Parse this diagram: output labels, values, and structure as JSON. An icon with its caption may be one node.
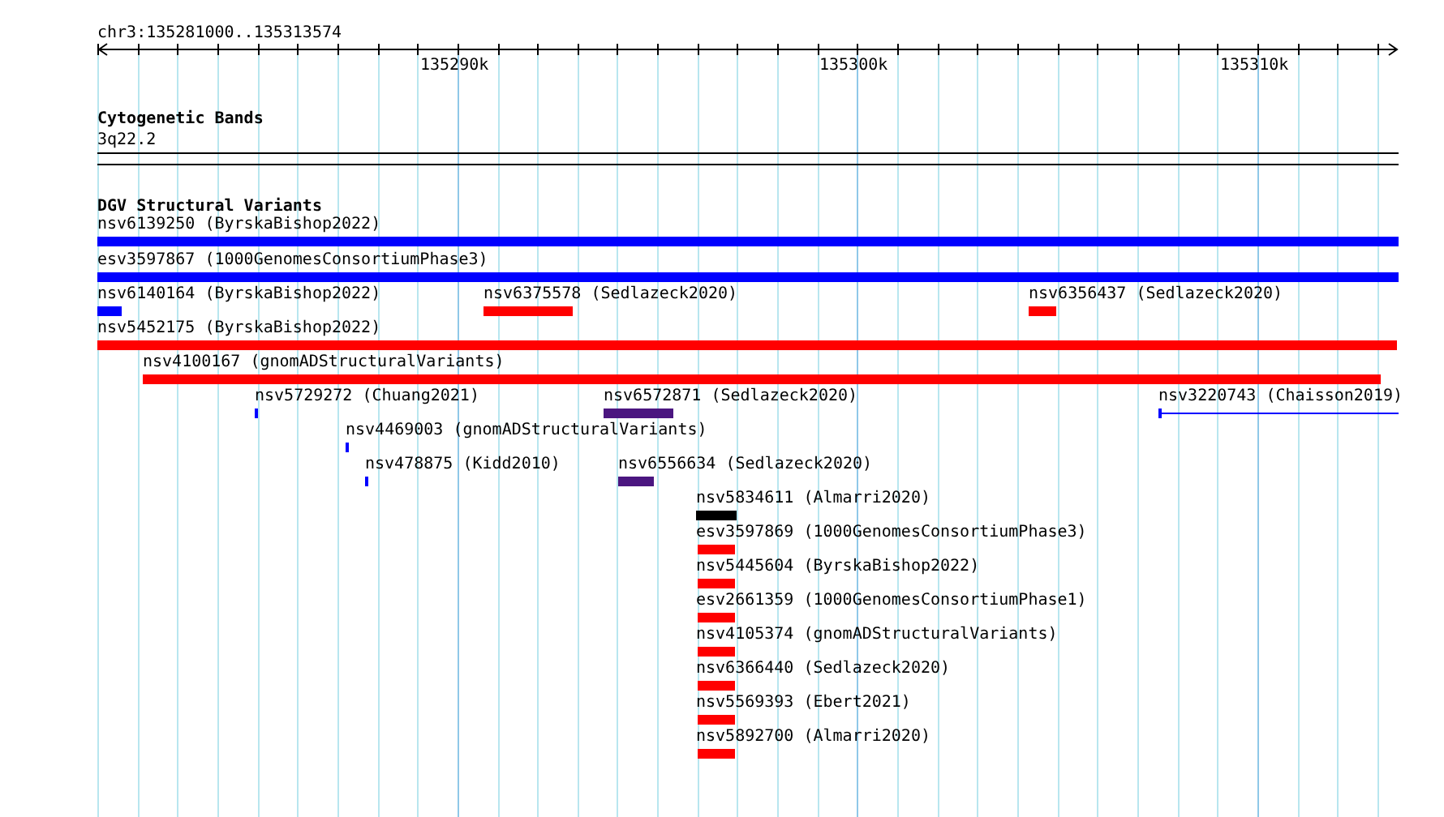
{
  "diagram": {
    "nodes": [
      {
        "text": [
          "nsv6139250 (ByrskaBishop2022)"
        ]
      },
      {
        "text": [
          "esv3597867 (1000GenomesConsortiumPhase3)"
        ]
      },
      {
        "text": [
          "nsv6140164 (ByrskaBishop2022)"
        ]
      },
      {
        "text": [
          "nsv6375578 (Sedlazeck2020)"
        ]
      },
      {
        "text": [
          "nsv6356437 (Sedlazeck2020)"
        ]
      },
      {
        "text": [
          "nsv5452175 (ByrskaBishop2022)"
        ]
      },
      {
        "text": [
          "nsv4100167 (gnomADStructuralVariants)"
        ]
      },
      {
        "text": [
          "nsv5729272 (Chuang2021)"
        ]
      },
      {
        "text": [
          "nsv6572871 (Sedlazeck2020)"
        ]
      },
      {
        "text": [
          "nsv3220743 (Chaisson2019)"
        ]
      },
      {
        "text": [
          "nsv4469003 (gnomADStructuralVariants)"
        ]
      },
      {
        "text": [
          "nsv478875 (Kidd2010)"
        ]
      },
      {
        "text": [
          "nsv6556634 (Sedlazeck2020)"
        ]
      },
      {
        "text": [
          "nsv5834611 (Almarri2020)"
        ]
      },
      {
        "text": [
          "esv3597869 (1000GenomesConsortiumPhase3)"
        ]
      },
      {
        "text": [
          "nsv5445604 (ByrskaBishop2022)"
        ]
      },
      {
        "text": [
          "esv2661359 (1000GenomesConsortiumPhase1)"
        ]
      },
      {
        "text": [
          "nsv4105374 (gnomADStructuralVariants)"
        ]
      },
      {
        "text": [
          "nsv6366440 (Sedlazeck2020)"
        ]
      },
      {
        "text": [
          "nsv5569393 (Ebert2021)"
        ]
      },
      {
        "text": [
          "nsv5892700 (Almarri2020)"
        ]
      }
    ],
    "edges": [],
    "labels": [
      "chr3:135281000..135313574",
      "135290k",
      "135300k",
      "135310k",
      "Cytogenetic Bands",
      "3q22.2",
      "DGV Structural Variants"
    ]
  }
}
